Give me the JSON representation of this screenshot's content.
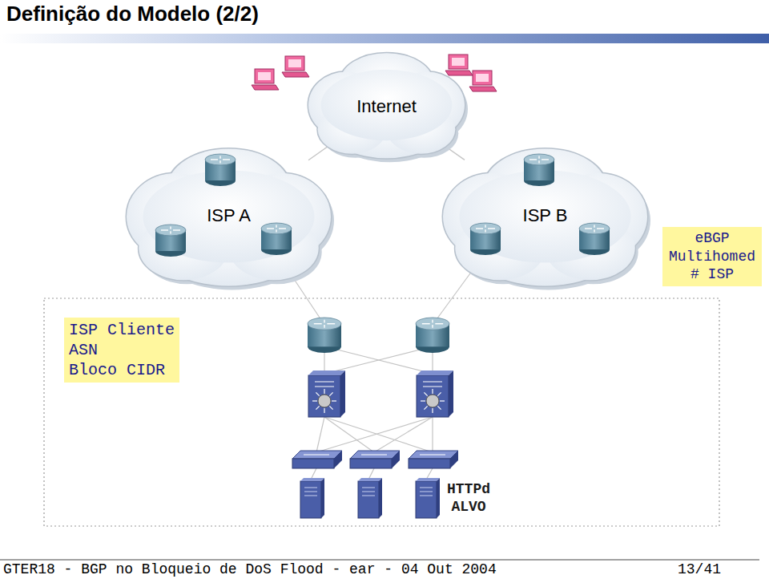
{
  "diagram": {
    "title": "Definição do Modelo (2/2)",
    "nodes": [
      {
        "text": [
          "Internet"
        ]
      },
      {
        "text": [
          "ISP A"
        ]
      },
      {
        "text": [
          "ISP B"
        ]
      },
      {
        "text": [
          "eBGP Multihomed # ISP"
        ]
      },
      {
        "text": [
          "ISP Cliente",
          "ASN",
          "Bloco CIDR"
        ]
      }
    ],
    "edges": [
      {
        "from": 0,
        "to": 1,
        "arrow": "none"
      },
      {
        "from": 0,
        "to": 2,
        "arrow": "none"
      }
    ],
    "labels": [
      "HTTPd ALVO",
      "GTER18 - BGP no Bloqueio de DoS Flood - ear - 04 Out 2004",
      "13/41"
    ]
  }
}
